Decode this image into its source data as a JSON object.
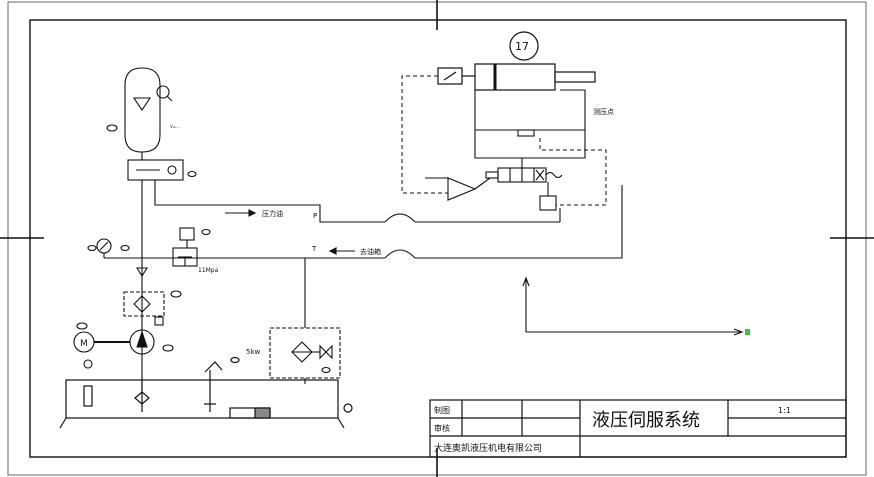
{
  "drawing": {
    "balloon_number": "17",
    "pressure_point_label": "测压点",
    "pressure_line_label": "压力油",
    "return_line_label": "去油箱",
    "port_p": "P",
    "port_t": "T",
    "relief_setting": "11Mpa",
    "accumulator_note": "V=...",
    "cooler_label": "5kw",
    "motor_label": "M"
  },
  "title_block": {
    "row1_label": "制图",
    "row2_label": "审核",
    "title": "液压伺服系统",
    "scale": "1:1",
    "company": "大连奥凯液压机电有限公司"
  },
  "colors": {
    "line": "#111111",
    "axis_marker": "#33cc33"
  }
}
